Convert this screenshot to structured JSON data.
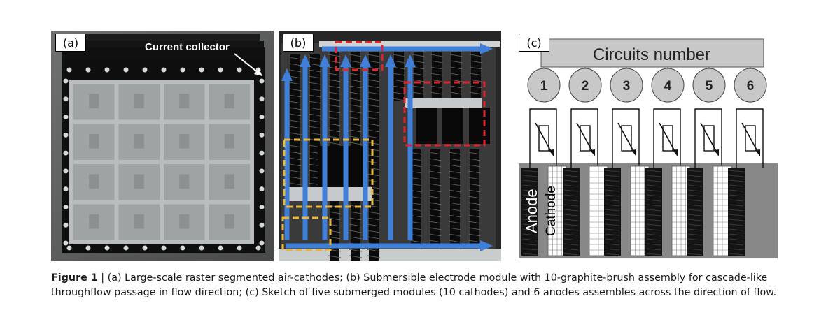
{
  "panels": {
    "a": {
      "label": "(a)",
      "annotation": "Current collector"
    },
    "b": {
      "label": "(b)"
    },
    "c": {
      "label": "(c)",
      "header": "Circuits number",
      "circuits": [
        "1",
        "2",
        "3",
        "4",
        "5",
        "6"
      ],
      "anode_label": "Anode",
      "cathode_label": "Cathode"
    }
  },
  "caption": {
    "figure_label": "Figure 1",
    "separator": " | ",
    "text": "(a) Large-scale raster segmented air-cathodes; (b) Submersible electrode module with 10-graphite-brush assembly for cascade-like throughflow passage in flow direction; (c) Sketch of five submerged modules (10 cathodes) and 6 anodes assembles across the direction of flow."
  },
  "colors": {
    "flow_arrow": "#3f7fd8",
    "highlight_red": "#e0242b",
    "highlight_yellow": "#e8b73c",
    "circuit_fill": "#c8c8c8"
  }
}
